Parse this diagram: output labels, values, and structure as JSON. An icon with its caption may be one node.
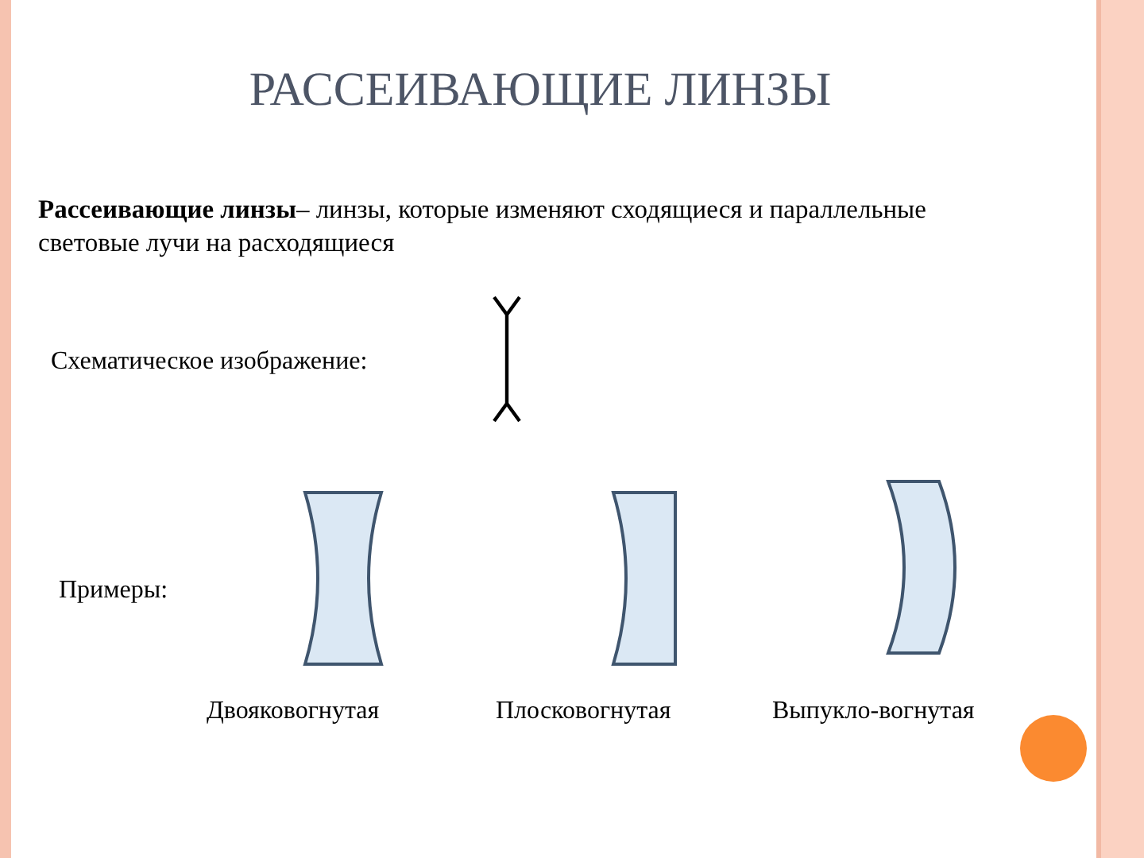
{
  "diagram": {
    "title": "РАССЕИВАЮЩИЕ ЛИНЗЫ",
    "nodes": [
      {
        "text": [],
        "shape": "biconcave",
        "beside": [
          "Двояковогнутая"
        ]
      },
      {
        "text": [],
        "shape": "planoconcave",
        "beside": [
          "Плосковогнутая"
        ]
      },
      {
        "text": [],
        "shape": "meniscus",
        "beside": [
          "Выпукло-вогнутая"
        ]
      }
    ],
    "labels": [
      "**Рассеивающие линзы**– линзы, которые изменяют сходящиеся и параллельные световые лучи на расходящиеся",
      "Схематическое изображение:",
      "Примеры:"
    ]
  }
}
